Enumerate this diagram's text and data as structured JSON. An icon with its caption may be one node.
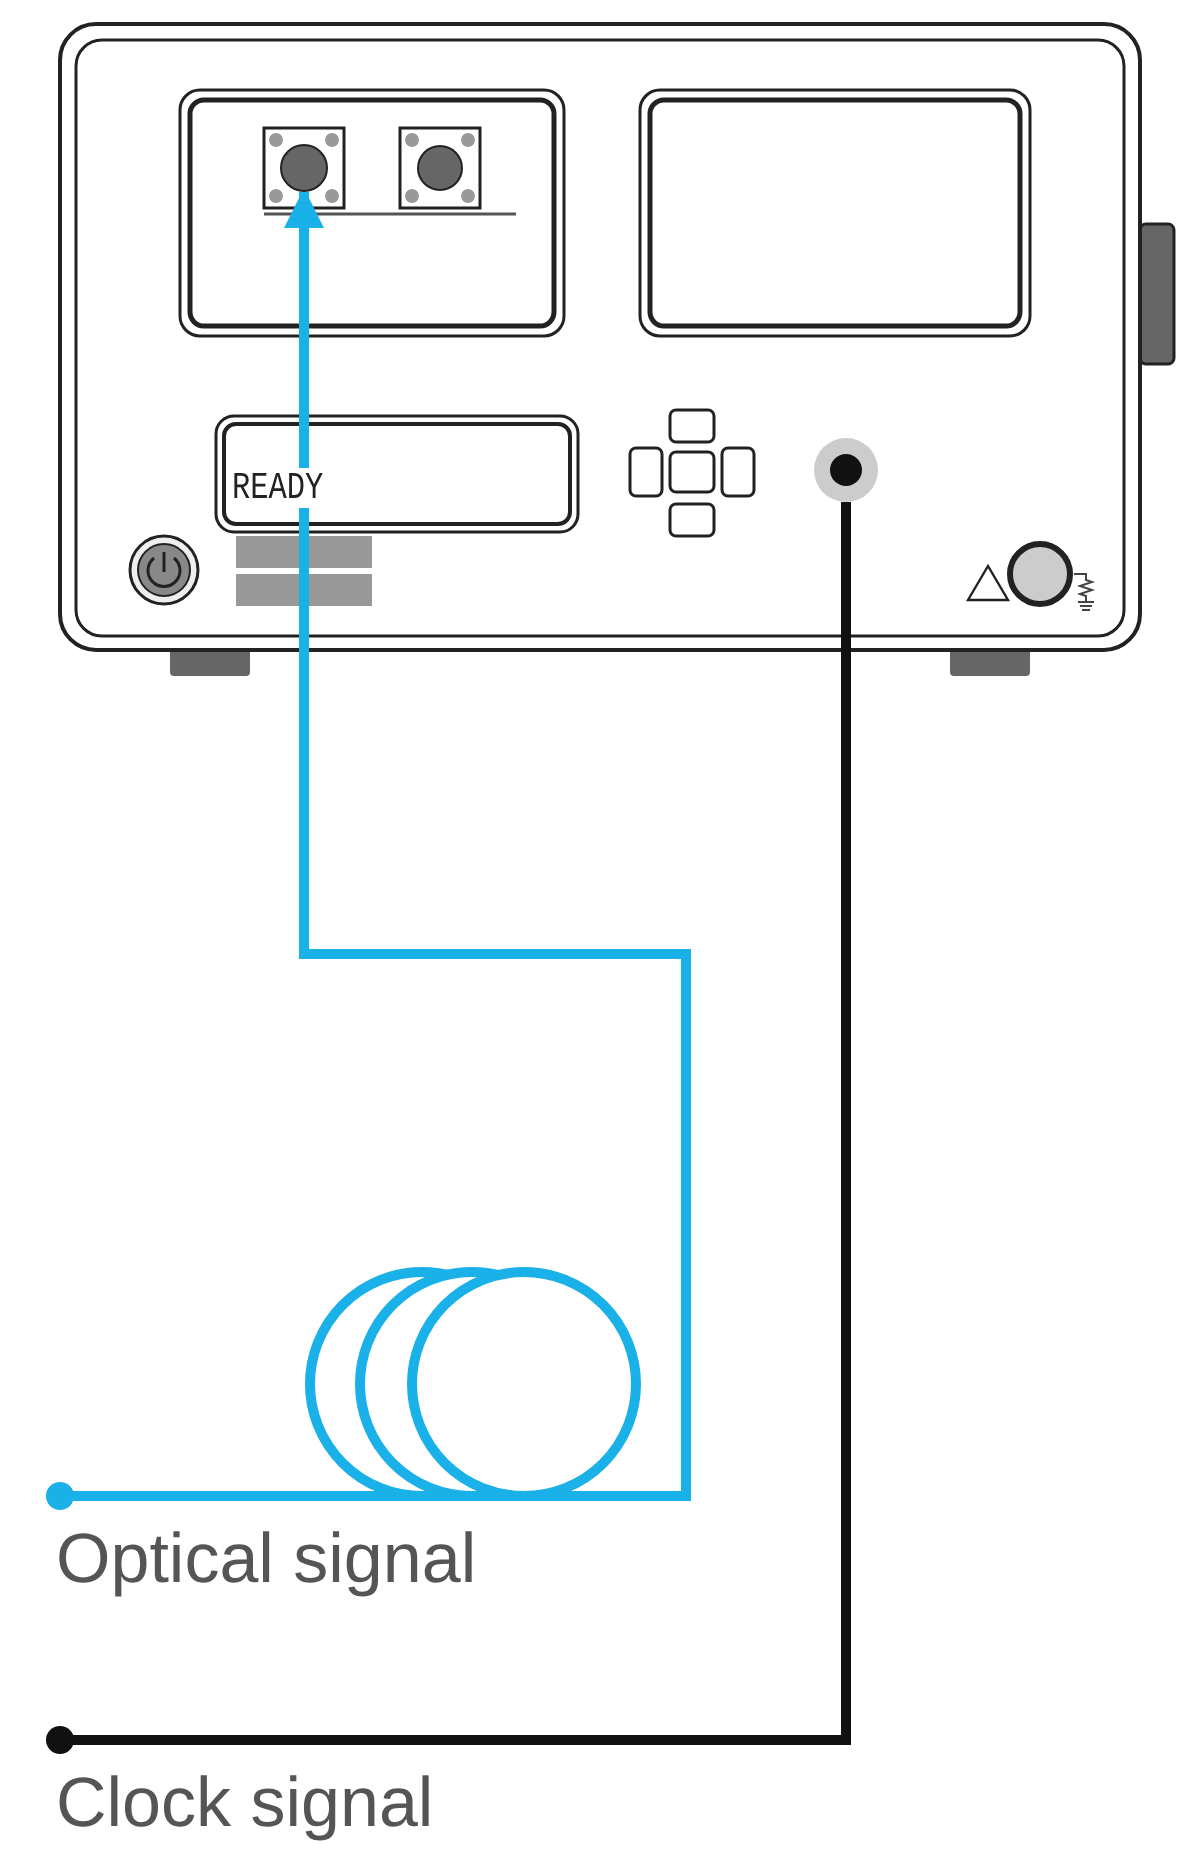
{
  "diagram": {
    "nodes": [
      {
        "text": [],
        "shape": "circle"
      },
      {
        "text": [],
        "shape": "circle"
      },
      {
        "text": [
          "Optical signal"
        ]
      },
      {
        "text": [
          "Clock signal"
        ]
      }
    ],
    "edges": [
      {
        "from": 2,
        "to": 0,
        "arrow": "to",
        "color": "#1ab0e8"
      },
      {
        "from": 3,
        "to": 1,
        "arrow": "none",
        "color": "#111111"
      }
    ],
    "labels": [
      "READY"
    ]
  }
}
